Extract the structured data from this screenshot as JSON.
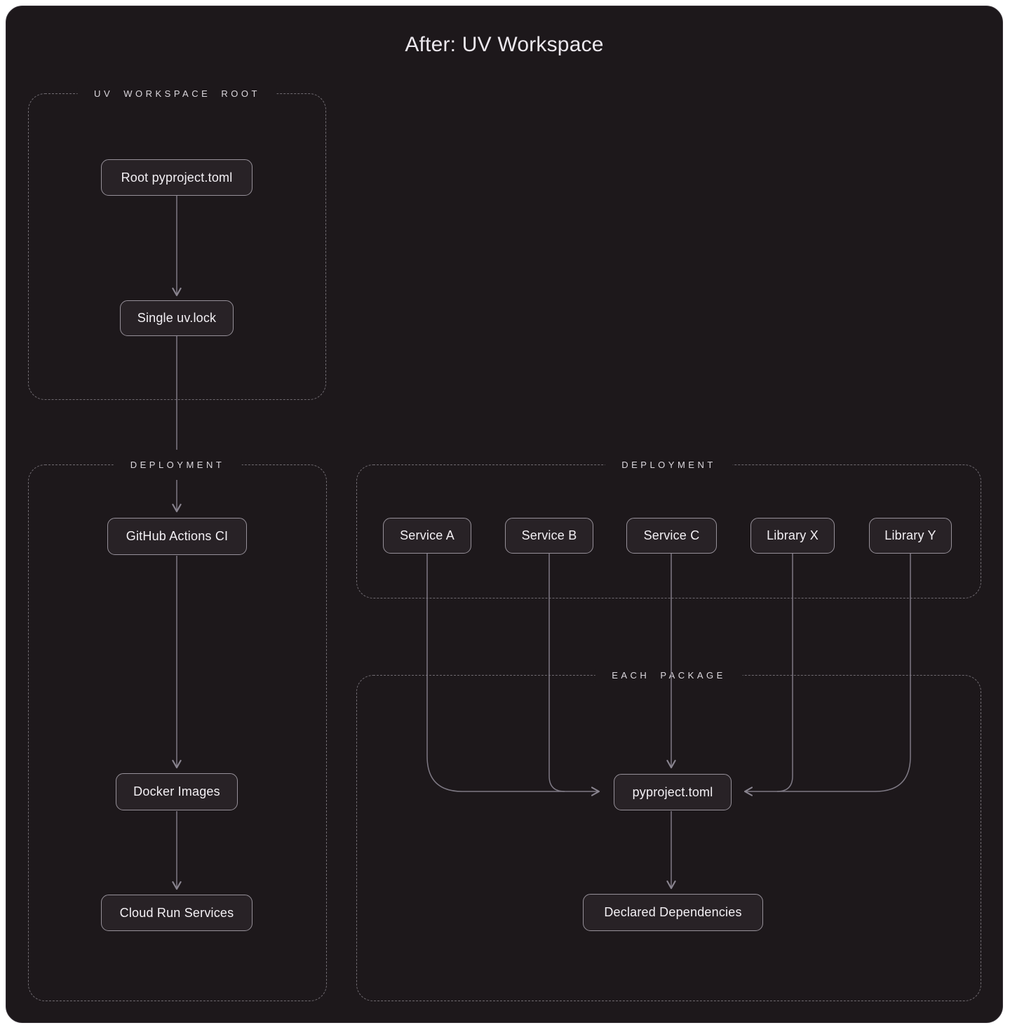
{
  "title": "After: UV Workspace",
  "groups": {
    "workspace_root": {
      "label": "UV WORKSPACE ROOT"
    },
    "deployment_left": {
      "label": "DEPLOYMENT"
    },
    "deployment_right": {
      "label": "DEPLOYMENT"
    },
    "each_package": {
      "label": "EACH PACKAGE"
    }
  },
  "nodes": {
    "root_pyproject": "Root pyproject.toml",
    "single_uvlock": "Single uv.lock",
    "github_actions": "GitHub Actions CI",
    "docker_images": "Docker Images",
    "cloud_run": "Cloud Run Services",
    "service_a": "Service A",
    "service_b": "Service B",
    "service_c": "Service C",
    "library_x": "Library X",
    "library_y": "Library Y",
    "pyproject": "pyproject.toml",
    "declared_deps": "Declared Dependencies"
  },
  "colors": {
    "page_background": "#ffffff",
    "card_background": "#1d181b",
    "node_background": "#282226",
    "node_border": "#969099",
    "node_text": "#f3f0f4",
    "group_dash": "#6f6a70",
    "group_label_text": "#dcd8de",
    "arrow": "#7e7984",
    "title_text": "#ebe7ed"
  }
}
